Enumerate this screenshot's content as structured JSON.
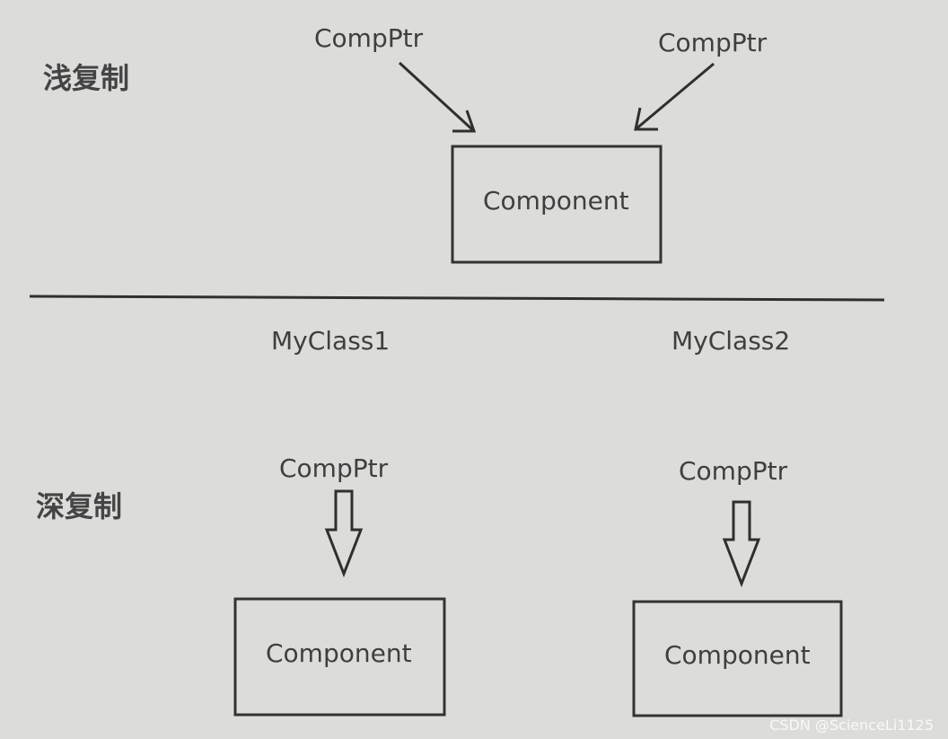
{
  "shallow": {
    "title": "浅复制",
    "pointer_left": "CompPtr",
    "pointer_right": "CompPtr",
    "component": "Component"
  },
  "deep": {
    "title": "深复制",
    "class_left": "MyClass1",
    "class_right": "MyClass2",
    "pointer_left": "CompPtr",
    "pointer_right": "CompPtr",
    "component_left": "Component",
    "component_right": "Component"
  },
  "watermark": "CSDN @ScienceLi1125"
}
